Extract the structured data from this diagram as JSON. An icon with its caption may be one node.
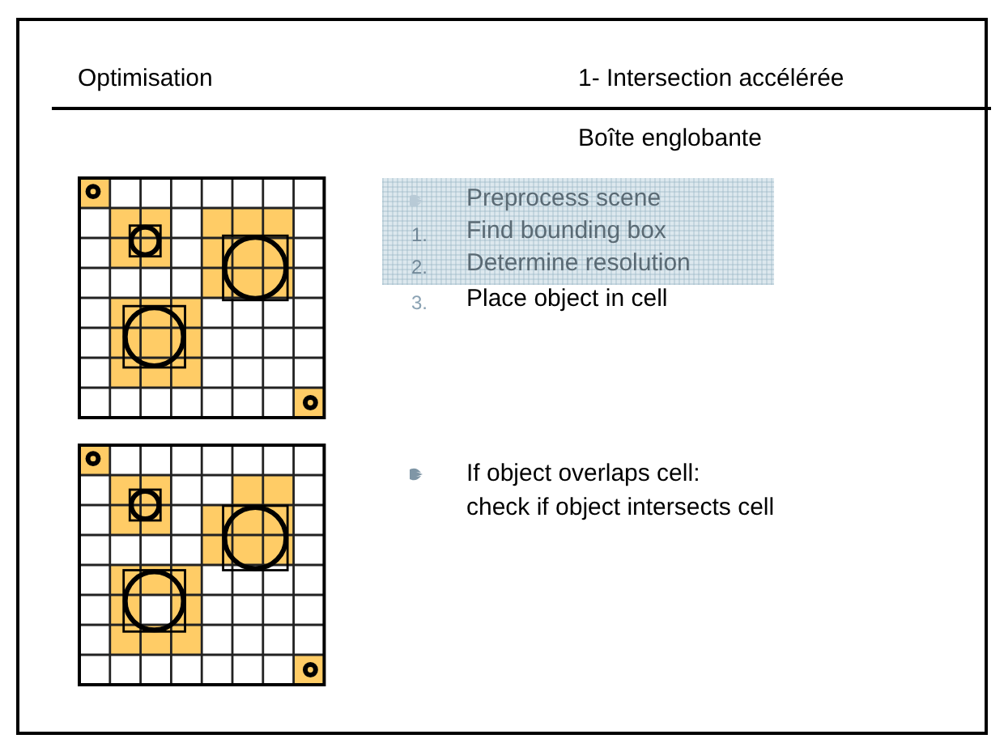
{
  "diagram": {
    "nodes": [
      {
        "text": [
          "Preprocess scene",
          "1.",
          "Find bounding box",
          "2.",
          "Determine resolution"
        ]
      }
    ],
    "labels": [
      "Optimisation",
      "1- Intersection accélérée",
      "Boîte englobante",
      "3.",
      "Place object in cell",
      "If object overlaps cell:",
      "check if object intersects cell"
    ]
  }
}
